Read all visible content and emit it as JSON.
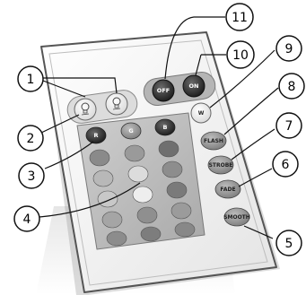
{
  "remote": {
    "buttons": {
      "off": "OFF",
      "on": "ON",
      "r": "R",
      "g": "G",
      "b": "B",
      "w": "W",
      "flash": "FLASH",
      "strobe": "STROBE",
      "fade": "FADE",
      "smooth": "SMOOTH"
    }
  },
  "callouts": [
    "1",
    "2",
    "3",
    "4",
    "5",
    "6",
    "7",
    "8",
    "9",
    "10",
    "11"
  ]
}
